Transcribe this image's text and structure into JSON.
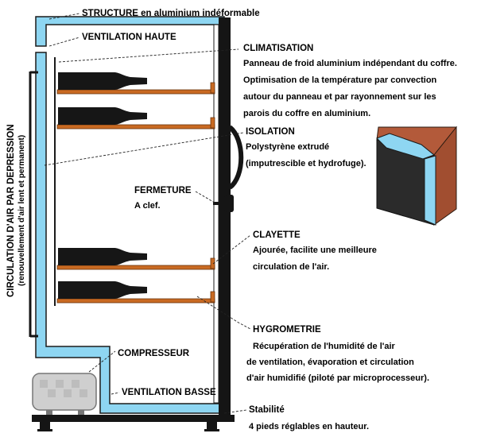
{
  "colors": {
    "structure_blue": "#8ed6f2",
    "outline": "#1b1b1b",
    "door_black": "#151515",
    "shelf_orange": "#c96a22",
    "bottle": "#161616",
    "compressor_grey": "#cfcfcf",
    "wood": "#b35a3a"
  },
  "labels": {
    "structure": "STRUCTURE en aluminium indéformable",
    "ventilation_haute": "VENTILATION HAUTE",
    "climatisation_title": "CLIMATISATION",
    "climatisation_lines": [
      "Panneau de froid aluminium indépendant du coffre.",
      "Optimisation de la température par convection",
      "autour du panneau et par rayonnement sur les",
      "parois du coffre en aluminium."
    ],
    "isolation_title": "ISOLATION",
    "isolation_lines": [
      "Polystyrène extrudé",
      "(imputrescible et hydrofuge)."
    ],
    "fermeture_title": "FERMETURE",
    "fermeture_sub": "A clef.",
    "clayette_title": "CLAYETTE",
    "clayette_lines": [
      "Ajourée, facilite une meilleure",
      "circulation de l'air."
    ],
    "hygrometrie_title": "HYGROMETRIE",
    "hygrometrie_lines": [
      "Récupération de l'humidité de l'air",
      "de ventilation, évaporation et circulation",
      "d'air humidifié (piloté par microprocesseur)."
    ],
    "compresseur": "COMPRESSEUR",
    "ventilation_basse": "VENTILATION BASSE",
    "stabilite_title": "Stabilité",
    "stabilite_sub": "4 pieds réglables en hauteur.",
    "circulation_main": "CIRCULATION D'AIR PAR DEPRESSION",
    "circulation_sub": "(renouvellement d'air lent et permanent)"
  }
}
